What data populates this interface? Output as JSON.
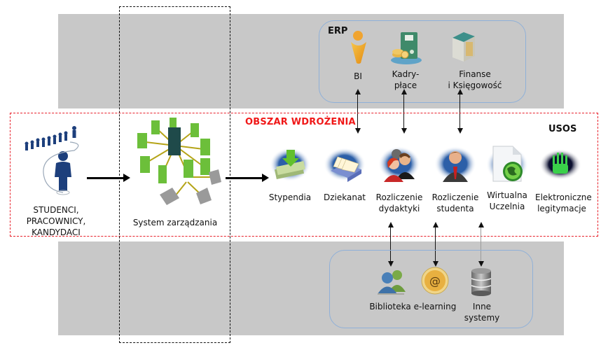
{
  "colors": {
    "band": "#c8c8c8",
    "implementation_border": "#e8202a",
    "implementation_title": "#f01818",
    "group_border": "#8fb0d8",
    "arrow": "#000000"
  },
  "users": {
    "label_lines": [
      "STUDENCI,",
      "PRACOWNICY,",
      "KANDYDACI"
    ],
    "icon": "people-network-icon"
  },
  "management": {
    "label": "System zarządzania",
    "icon": "server-network-icon"
  },
  "implementation_area": {
    "title": "OBSZAR WDROŻENIA",
    "system_name": "USOS",
    "modules": [
      {
        "lines": [
          "Stypendia"
        ],
        "icon": "money-download-icon"
      },
      {
        "lines": [
          "Dziekanat"
        ],
        "icon": "file-drawer-icon"
      },
      {
        "lines": [
          "Rozliczenie",
          "dydaktyki"
        ],
        "icon": "group-people-icon"
      },
      {
        "lines": [
          "Rozliczenie",
          "studenta"
        ],
        "icon": "businessman-icon"
      },
      {
        "lines": [
          "Wirtualna",
          "Uczelnia"
        ],
        "icon": "document-globe-icon"
      },
      {
        "lines": [
          "Elektroniczne",
          "legitymacje"
        ],
        "icon": "handprint-icon"
      }
    ]
  },
  "erp": {
    "title": "ERP",
    "items": [
      {
        "lines": [
          "BI"
        ],
        "icon": "bi-figure-icon"
      },
      {
        "lines": [
          "Kadry-",
          "płace"
        ],
        "icon": "binder-coins-icon"
      },
      {
        "lines": [
          "Finanse",
          "i Księgowość"
        ],
        "icon": "safe-icon"
      }
    ]
  },
  "external": {
    "items": [
      {
        "lines": [
          "Biblioteka"
        ],
        "icon": "users-icon"
      },
      {
        "lines": [
          "e-learning"
        ],
        "icon": "at-sign-icon"
      },
      {
        "lines": [
          "Inne",
          "systemy"
        ],
        "icon": "database-icon"
      }
    ]
  }
}
